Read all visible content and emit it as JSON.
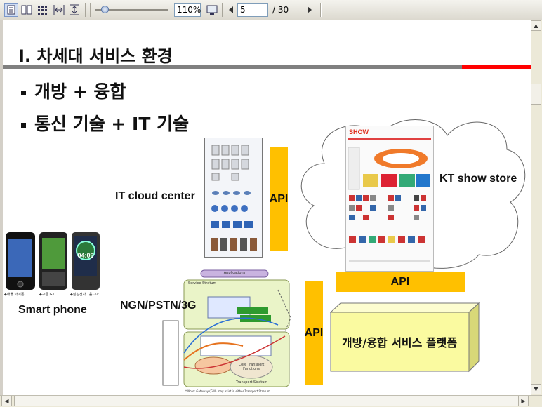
{
  "toolbar": {
    "zoom_value": "110%",
    "page_current": "5",
    "page_total": "/ 30"
  },
  "slide": {
    "title": "Ⅰ. 차세대 서비스 환경",
    "bullets": [
      "개방 + 융합",
      "통신 기술 + IT 기술"
    ],
    "labels": {
      "it_cloud": "IT cloud center",
      "kt_store": "KT show store",
      "smart_phone": "Smart phone",
      "ngn": "NGN/PSTN/3G",
      "platform": "개방/융합 서비스 플랫폼"
    },
    "api_labels": [
      "API",
      "API",
      "API"
    ],
    "phone_time": "04:09",
    "phone_captions": [
      "◆애플 아이폰",
      "◆구글 G1",
      "◆삼성전자 T옴니아"
    ],
    "ngn_diagram": {
      "top_label": "Applications",
      "stratum_top": "Service Stratum",
      "stratum_bottom": "Transport Stratum",
      "core_transport": "Core Transport Functions",
      "note": "* Note: Gateway (GW) may exist in either Transport Stratum"
    },
    "store_logo": "SHOW"
  },
  "colors": {
    "api_fill": "#ffc000",
    "platform_fill": "#fafaa0",
    "title_rule": "#808080",
    "title_accent": "#ff0000"
  }
}
